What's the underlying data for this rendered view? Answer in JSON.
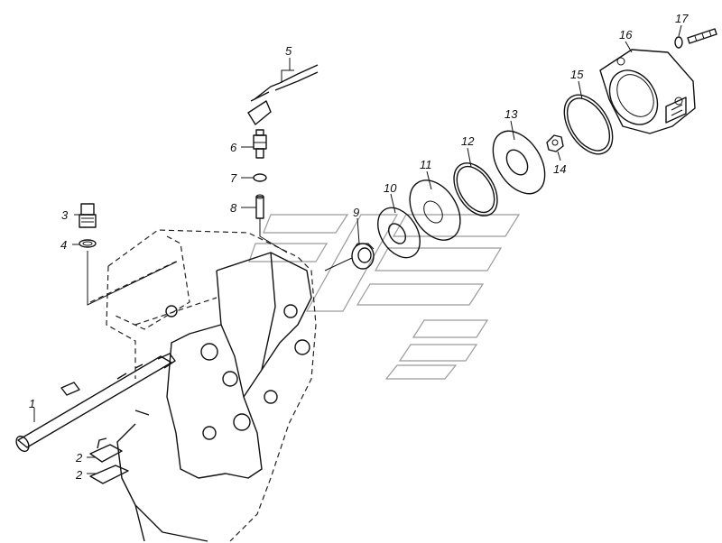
{
  "callouts": [
    {
      "id": "1",
      "text": "1"
    },
    {
      "id": "2a",
      "text": "2"
    },
    {
      "id": "2b",
      "text": "2"
    },
    {
      "id": "3",
      "text": "3"
    },
    {
      "id": "4",
      "text": "4"
    },
    {
      "id": "5",
      "text": "5"
    },
    {
      "id": "6",
      "text": "6"
    },
    {
      "id": "7",
      "text": "7"
    },
    {
      "id": "8",
      "text": "8"
    },
    {
      "id": "9",
      "text": "9"
    },
    {
      "id": "10",
      "text": "10"
    },
    {
      "id": "11",
      "text": "11"
    },
    {
      "id": "12",
      "text": "12"
    },
    {
      "id": "13",
      "text": "13"
    },
    {
      "id": "14",
      "text": "14"
    },
    {
      "id": "15",
      "text": "15"
    },
    {
      "id": "16",
      "text": "16"
    },
    {
      "id": "17",
      "text": "17"
    }
  ]
}
